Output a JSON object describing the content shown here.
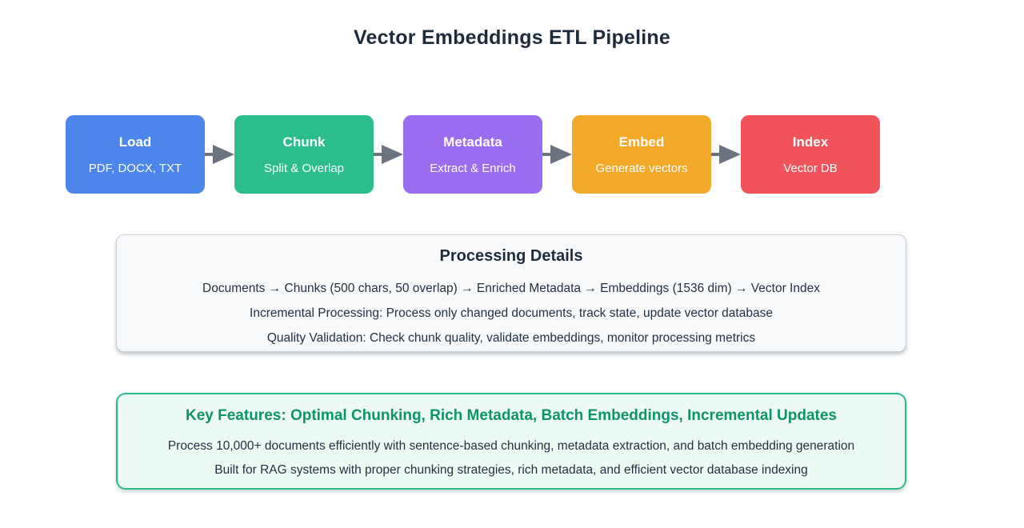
{
  "title": "Vector Embeddings ETL Pipeline",
  "pipeline": {
    "arrow_color": "#6b7280",
    "stages": [
      {
        "label": "Load",
        "sublabel": "PDF, DOCX, TXT",
        "color": "#4c86ea"
      },
      {
        "label": "Chunk",
        "sublabel": "Split & Overlap",
        "color": "#2bbe8c"
      },
      {
        "label": "Metadata",
        "sublabel": "Extract & Enrich",
        "color": "#9a6df0"
      },
      {
        "label": "Embed",
        "sublabel": "Generate vectors",
        "color": "#f4a928"
      },
      {
        "label": "Index",
        "sublabel": "Vector DB",
        "color": "#f0545a"
      }
    ]
  },
  "processing_details": {
    "title": "Processing Details",
    "lines": [
      "Documents → Chunks (500 chars, 50 overlap) → Enriched Metadata → Embeddings (1536 dim) → Vector Index",
      "Incremental Processing: Process only changed documents, track state, update vector database",
      "Quality Validation: Check chunk quality, validate embeddings, monitor processing metrics"
    ]
  },
  "key_features": {
    "title": "Key Features: Optimal Chunking, Rich Metadata, Batch Embeddings, Incremental Updates",
    "lines": [
      "Process 10,000+ documents efficiently with sentence-based chunking, metadata extraction, and batch embedding generation",
      "Built for RAG systems with proper chunking strategies, rich metadata, and efficient vector database indexing"
    ],
    "accent_color": "#2abb8a",
    "title_color": "#0d9468",
    "background": "#ecfaf3"
  }
}
